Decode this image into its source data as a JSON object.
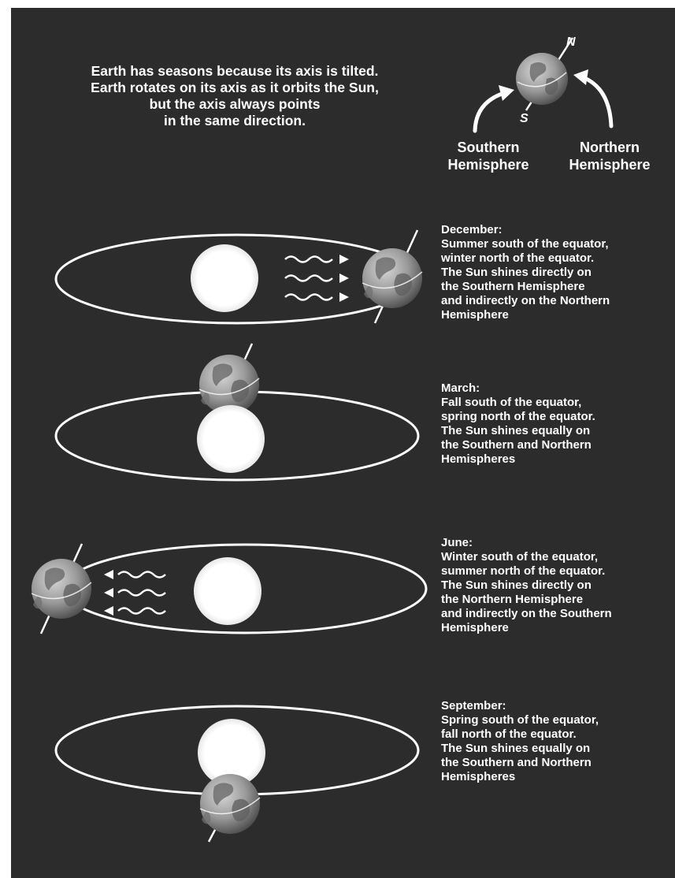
{
  "intro": {
    "lines": [
      "Earth has seasons because its axis is tilted.",
      "Earth rotates on its axis as it orbits the Sun,",
      "but the axis always points",
      "in the same direction."
    ]
  },
  "globe_legend": {
    "north_letter": "N",
    "south_letter": "S",
    "southern_label": [
      "Southern",
      "Hemisphere"
    ],
    "northern_label": [
      "Northern",
      "Hemisphere"
    ]
  },
  "seasons": [
    {
      "month": "December:",
      "lines": [
        "Summer south of the equator,",
        "winter north of the equator.",
        "The Sun shines directly on",
        "the Southern Hemisphere",
        "and indirectly on the Northern",
        "Hemisphere"
      ]
    },
    {
      "month": "March:",
      "lines": [
        "Fall south of the equator,",
        "spring north of the equator.",
        "The Sun shines equally on",
        "the Southern and Northern",
        "Hemispheres"
      ]
    },
    {
      "month": "June:",
      "lines": [
        "Winter south of the equator,",
        "summer north of the equator.",
        "The Sun shines directly on",
        "the Northern Hemisphere",
        "and indirectly on the Southern",
        "Hemisphere"
      ]
    },
    {
      "month": "September:",
      "lines": [
        "Spring south of the equator,",
        "fall north of the equator.",
        "The Sun shines equally on",
        "the Southern and Northern",
        "Hemispheres"
      ]
    }
  ],
  "colors": {
    "background": "#2c2c2c",
    "text": "#ffffff",
    "sun": "#ffffff",
    "earth_land": "#6e6e6e",
    "earth_light": "#bdbdbd"
  }
}
